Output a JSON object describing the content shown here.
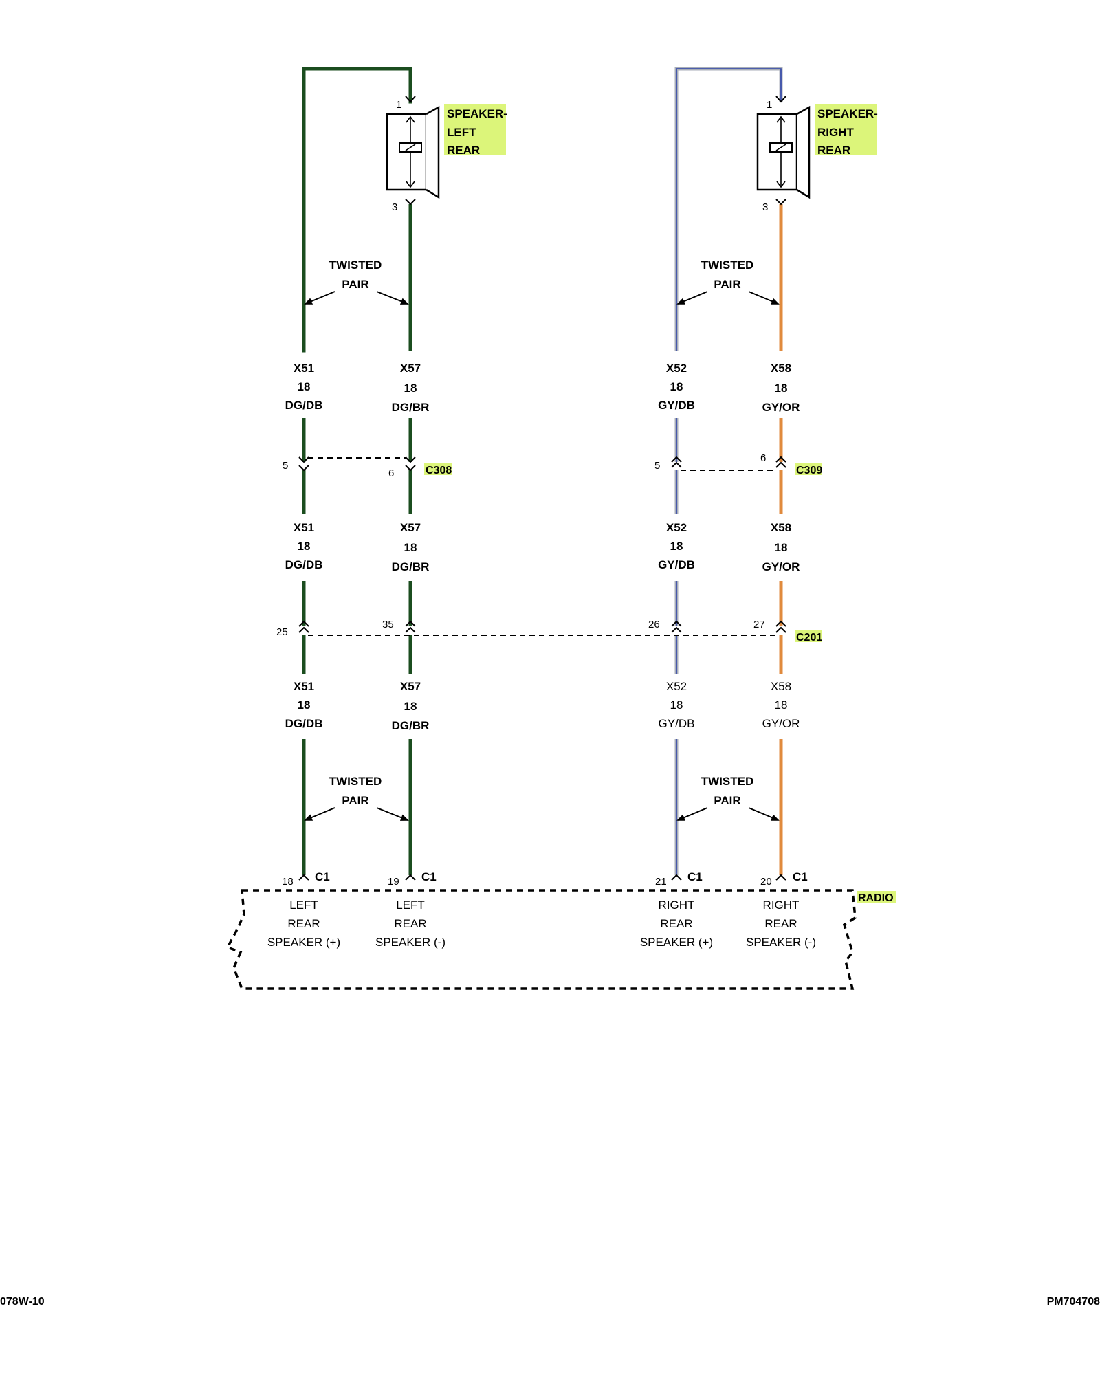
{
  "colors": {
    "dark_green": "#1b4d1f",
    "gray": "#a8aeb8",
    "blue": "#2f44a8",
    "orange": "#e08a3c",
    "highlight": "#dcf57a"
  },
  "components": {
    "speaker_left": {
      "line1": "SPEAKER-",
      "line2": "LEFT",
      "line3": "REAR",
      "pin_top": "1",
      "pin_bottom": "3"
    },
    "speaker_right": {
      "line1": "SPEAKER-",
      "line2": "RIGHT",
      "line3": "REAR",
      "pin_top": "1",
      "pin_bottom": "3"
    }
  },
  "twisted_pair": {
    "line1": "TWISTED",
    "line2": "PAIR"
  },
  "wires": {
    "x51": {
      "circuit": "X51",
      "gauge": "18",
      "color": "DG/DB"
    },
    "x57": {
      "circuit": "X57",
      "gauge": "18",
      "color": "DG/BR"
    },
    "x52": {
      "circuit": "X52",
      "gauge": "18",
      "color": "GY/DB"
    },
    "x58": {
      "circuit": "X58",
      "gauge": "18",
      "color": "GY/OR"
    }
  },
  "connectors": {
    "c308": {
      "name": "C308",
      "pin_a": "5",
      "pin_b": "6"
    },
    "c309": {
      "name": "C309",
      "pin_a": "5",
      "pin_b": "6"
    },
    "c201": {
      "name": "C201",
      "pin_a": "25",
      "pin_b": "35",
      "pin_c": "26",
      "pin_d": "27"
    }
  },
  "radio": {
    "name": "RADIO",
    "connector": "C1",
    "pins": [
      {
        "pin": "18",
        "line1": "LEFT",
        "line2": "REAR",
        "line3": "SPEAKER (+)"
      },
      {
        "pin": "19",
        "line1": "LEFT",
        "line2": "REAR",
        "line3": "SPEAKER (-)"
      },
      {
        "pin": "21",
        "line1": "RIGHT",
        "line2": "REAR",
        "line3": "SPEAKER (+)"
      },
      {
        "pin": "20",
        "line1": "RIGHT",
        "line2": "REAR",
        "line3": "SPEAKER (-)"
      }
    ]
  },
  "footer": {
    "left": "078W-10",
    "right": "PM704708"
  }
}
